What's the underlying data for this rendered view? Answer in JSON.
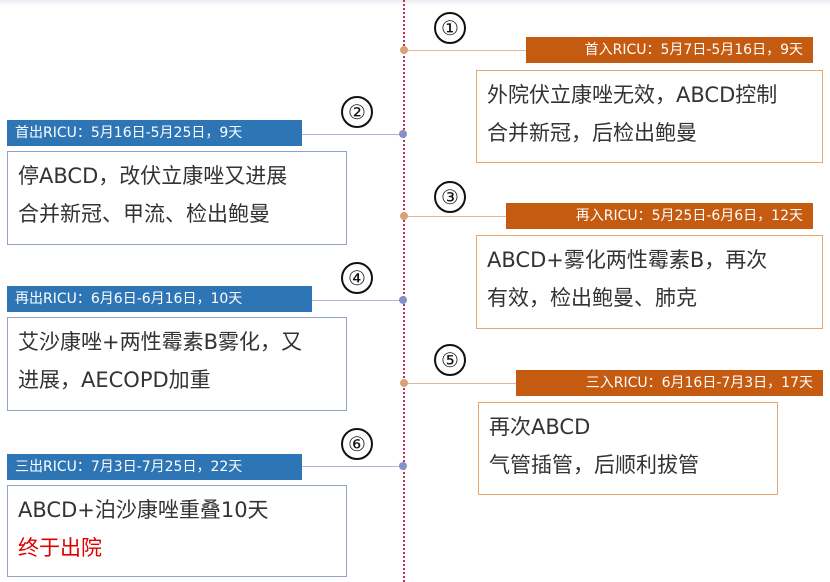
{
  "events": [
    {
      "num": "①",
      "header": "首入RICU：5月7日-5月16日，9天",
      "lines": [
        "外院伏立康唑无效，ABCD控制",
        "合并新冠，后检出鲍曼"
      ]
    },
    {
      "num": "②",
      "header": "首出RICU：5月16日-5月25日，9天",
      "lines": [
        "停ABCD，改伏立康唑又进展",
        "合并新冠、甲流、检出鲍曼"
      ]
    },
    {
      "num": "③",
      "header": "再入RICU：5月25日-6月6日，12天",
      "lines": [
        "ABCD+雾化两性霉素B，再次",
        "有效，检出鲍曼、肺克"
      ]
    },
    {
      "num": "④",
      "header": "再出RICU：6月6日-6月16日，10天",
      "lines": [
        "艾沙康唑+两性霉素B雾化，又",
        "进展，AECOPD加重"
      ]
    },
    {
      "num": "⑤",
      "header": "三入RICU：6月16日-7月3日，17天",
      "lines": [
        "再次ABCD",
        "气管插管，后顺利拔管"
      ]
    },
    {
      "num": "⑥",
      "header": "三出RICU：7月3日-7月25日，22天",
      "lines": [
        "ABCD+泊沙康唑重叠10天",
        "终于出院"
      ]
    }
  ],
  "colors": {
    "in_header": "#c55a11",
    "out_header": "#2e75b6",
    "highlight": "#e00000",
    "timeline": "#c62f5a"
  }
}
